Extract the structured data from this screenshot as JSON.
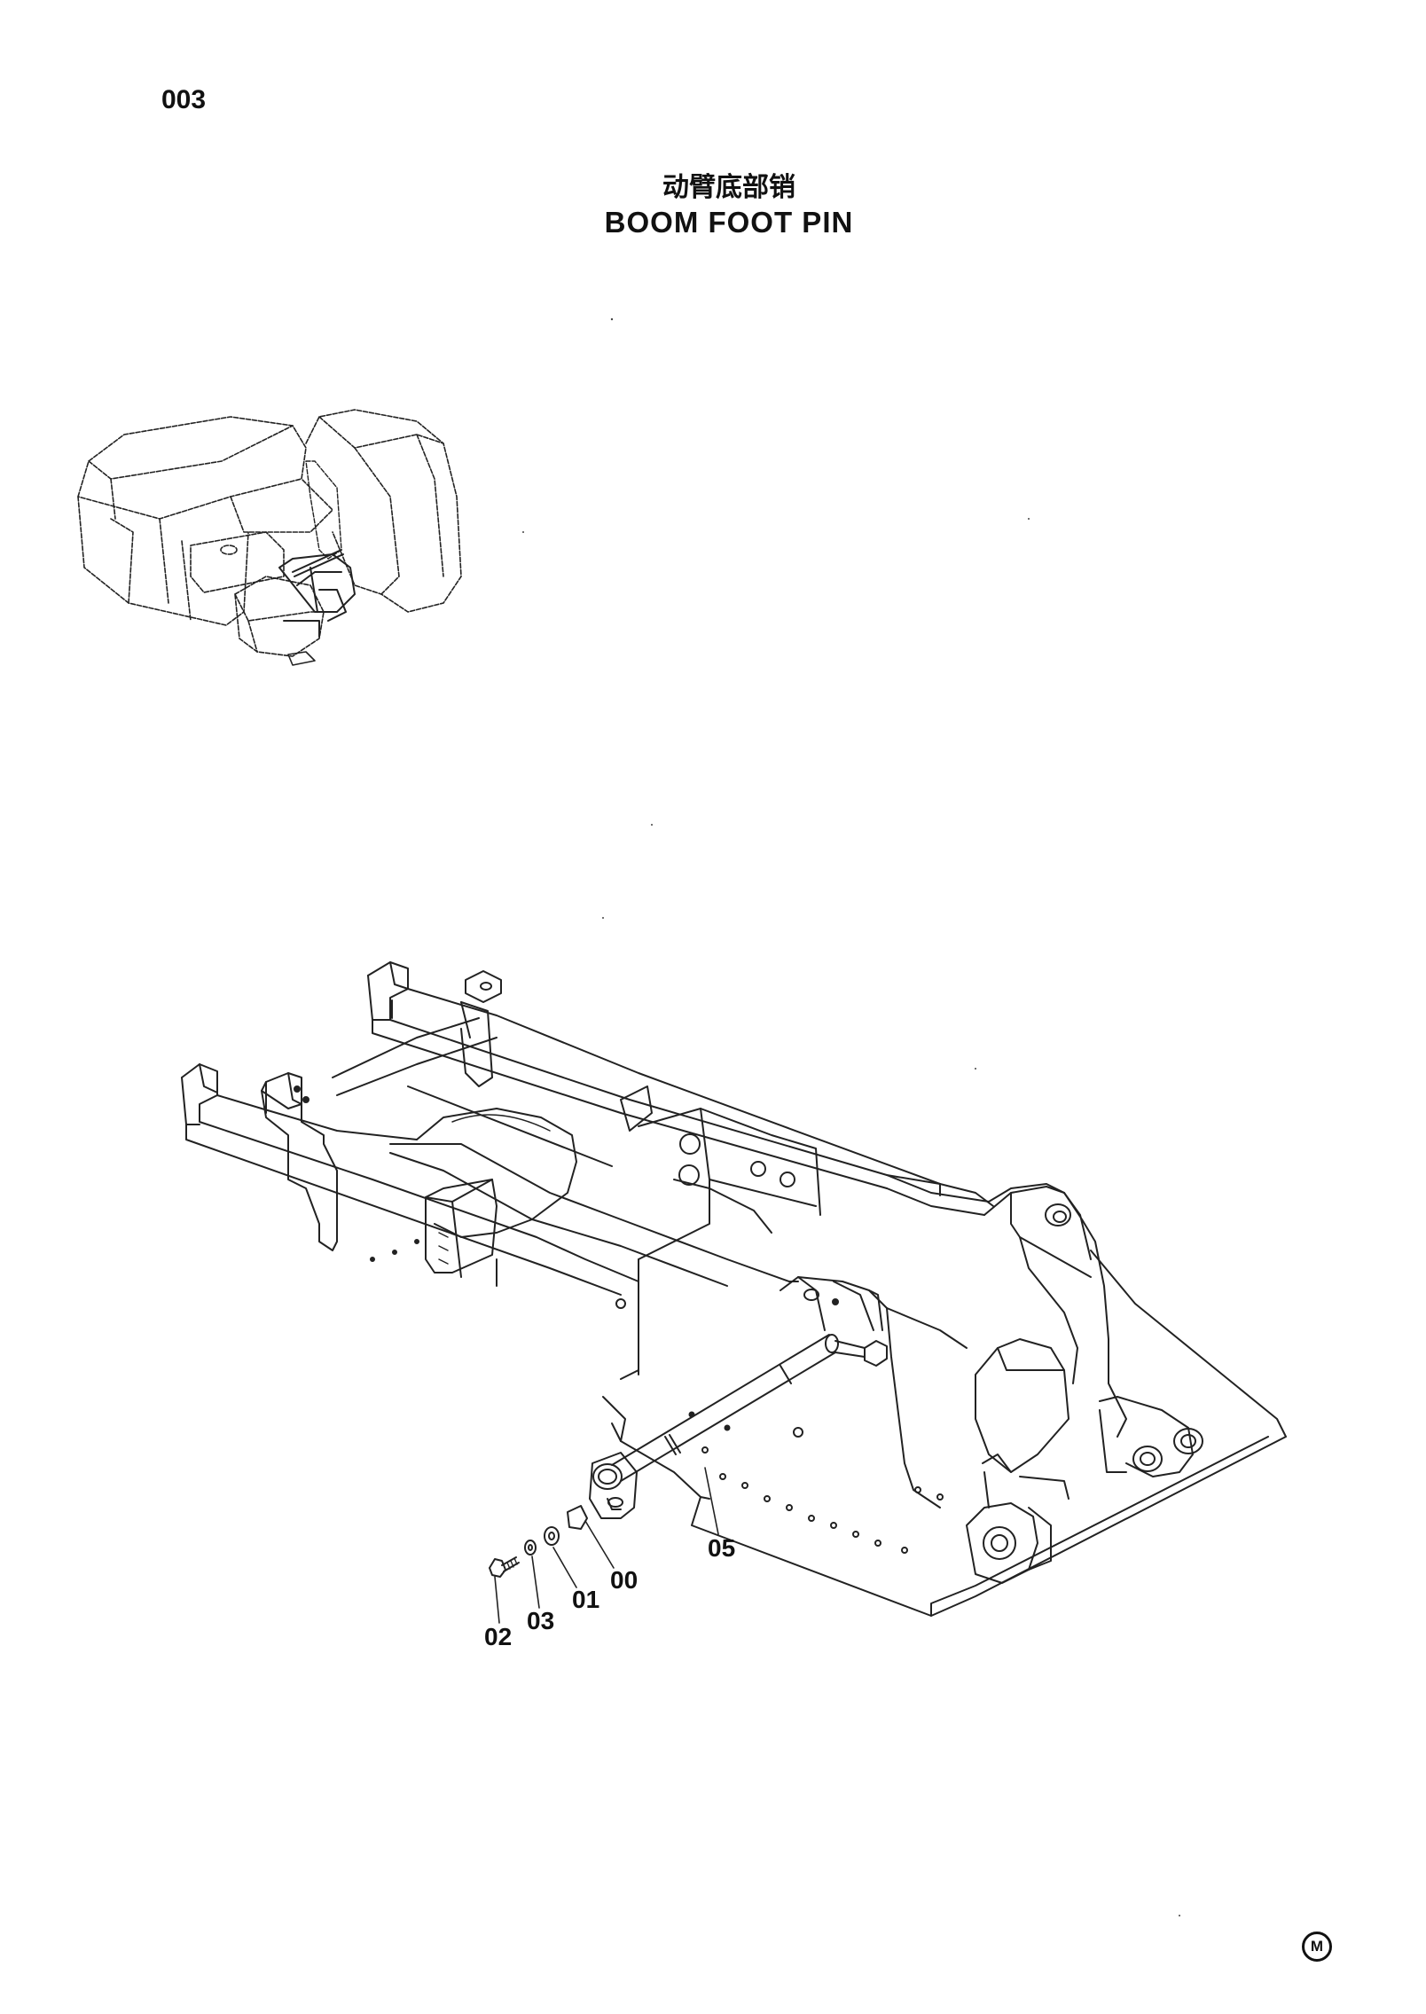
{
  "page": {
    "number": "003"
  },
  "title": {
    "cn": "动臂底部销",
    "en": "BOOM FOOT PIN"
  },
  "callouts": [
    {
      "id": "00",
      "label": "00"
    },
    {
      "id": "01",
      "label": "01"
    },
    {
      "id": "02",
      "label": "02"
    },
    {
      "id": "03",
      "label": "03"
    },
    {
      "id": "05",
      "label": "05"
    }
  ],
  "footer": {
    "mark": "M"
  }
}
